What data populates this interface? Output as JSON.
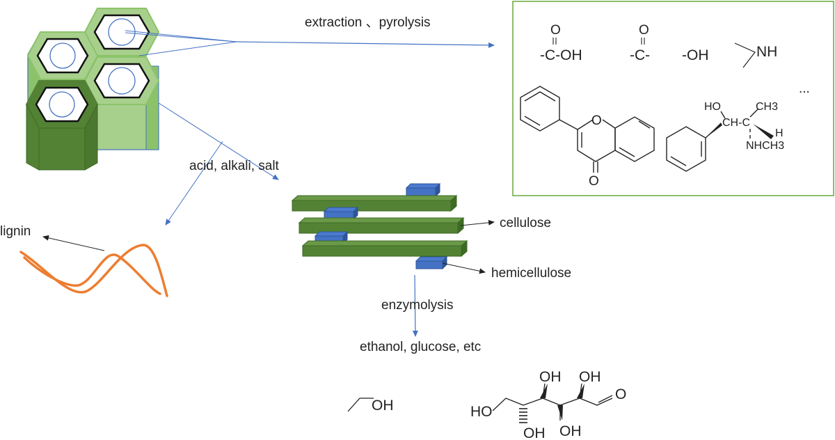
{
  "labels": {
    "extraction": "extraction 、pyrolysis",
    "acid": "acid, alkali, salt",
    "lignin": "lignin",
    "cellulose": "cellulose",
    "hemicellulose": "hemicellulose",
    "enzymolysis": "enzymolysis",
    "products": "ethanol, glucose, etc"
  },
  "functional_groups": {
    "carboxyl_o": "O",
    "carboxyl": "-C-OH",
    "carbonyl_o": "O",
    "carbonyl": "-C-",
    "hydroxyl": "-OH",
    "amine": "NH",
    "ellipsis": "..."
  },
  "flavone": {
    "ring_o": "O",
    "keto_o": "O"
  },
  "ephedrine": {
    "ho": "HO",
    "ch": "CH-C",
    "ch3": "CH3",
    "h": "H",
    "nhch3": "NHCH3"
  },
  "ethanol": {
    "oh": "OH"
  },
  "glucose": {
    "oh_top1": "OH",
    "oh_top2": "OH",
    "ald_o": "O",
    "ho_left": "HO",
    "oh_bot1": "OH",
    "oh_bot2": "OH"
  },
  "colors": {
    "hex_light": "#a8d08d",
    "hex_mid": "#8cc36a",
    "hex_dark": "#548235",
    "fiber_green": "#548235",
    "fiber_blue": "#4472c4",
    "arrow_blue": "#4472c4",
    "lignin_orange": "#ed7d31",
    "box_border": "#70ad47"
  }
}
